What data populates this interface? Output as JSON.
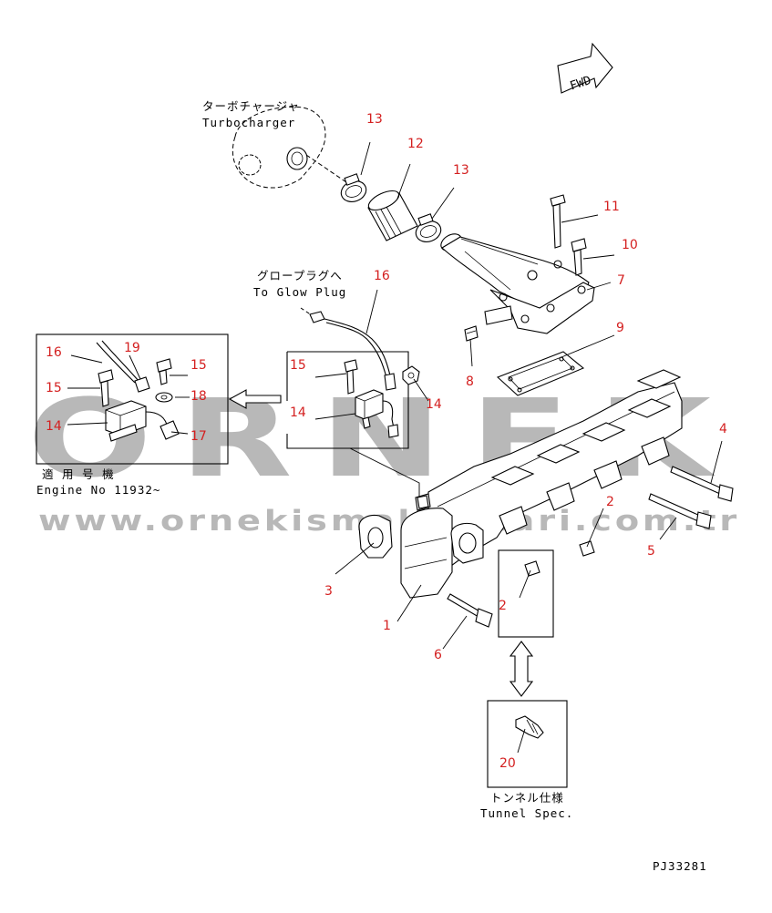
{
  "drawing_code": "PJ33281",
  "fwd_label": "FWD",
  "labels": {
    "turbo_jp": "ターボチャージャ",
    "turbo_en": "Turbocharger",
    "glow_jp": "グロープラグへ",
    "glow_en": "To Glow Plug",
    "engine_jp": "適 用 号 機",
    "engine_en": "Engine No 11932~",
    "tunnel_jp": "トンネル仕様",
    "tunnel_en": "Tunnel Spec."
  },
  "watermark": {
    "brand": "ORNEK",
    "url": "www.ornekismakinalari.com.tr"
  },
  "parts": {
    "p1": "1",
    "p2a": "2",
    "p2b": "2",
    "p3": "3",
    "p4": "4",
    "p5": "5",
    "p6": "6",
    "p7": "7",
    "p8": "8",
    "p9": "9",
    "p10": "10",
    "p11": "11",
    "p12": "12",
    "p13a": "13",
    "p13b": "13",
    "p14a": "14",
    "p14b": "14",
    "p14c": "14",
    "p15a": "15",
    "p15b": "15",
    "p15c": "15",
    "p16a": "16",
    "p16b": "16",
    "p17": "17",
    "p18": "18",
    "p19": "19",
    "p20": "20"
  },
  "colors": {
    "part_number": "#d42020",
    "line": "#000000",
    "watermark": "#b8b8b8"
  }
}
